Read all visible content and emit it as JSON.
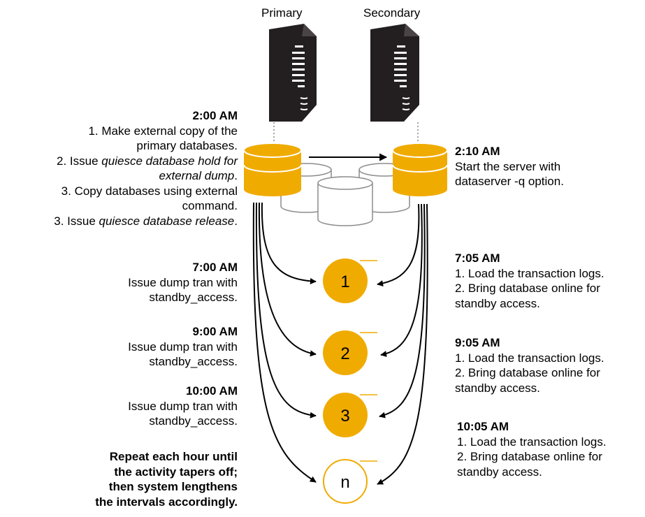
{
  "servers": {
    "primary_label": "Primary",
    "secondary_label": "Secondary"
  },
  "primary_side": {
    "block_200": {
      "time": "2:00 AM",
      "line1": "1. Make external copy of the",
      "line2": "primary databases.",
      "line3_prefix": "2.  Issue ",
      "line3_italic": "quiesce database hold for",
      "line4_italic": "external dump",
      "line4_suffix": ".",
      "line5": "3. Copy databases using external",
      "line6": "command.",
      "line7_prefix": "3. Issue ",
      "line7_italic": "quiesce database release",
      "line7_suffix": "."
    },
    "block_700": {
      "time": "7:00 AM",
      "line1": "Issue dump tran with",
      "line2": "standby_access."
    },
    "block_900": {
      "time": "9:00 AM",
      "line1": "Issue dump tran with",
      "line2": "standby_access."
    },
    "block_1000": {
      "time": "10:00 AM",
      "line1": "Issue dump tran with",
      "line2": "standby_access."
    },
    "repeat": {
      "line1": "Repeat each hour until",
      "line2": "the activity tapers off;",
      "line3": "then system lengthens",
      "line4": "the intervals accordingly."
    }
  },
  "secondary_side": {
    "block_210": {
      "time": "2:10 AM",
      "line1": "Start the server with",
      "line2": "dataserver -q option."
    },
    "block_705": {
      "time": "7:05 AM",
      "line1": "1. Load the transaction logs.",
      "line2": "2. Bring database online for",
      "line3": "standby access."
    },
    "block_905": {
      "time": "9:05 AM",
      "line1": "1. Load the transaction logs.",
      "line2": "2. Bring database online for",
      "line3": "standby access."
    },
    "block_1005": {
      "time": "10:05 AM",
      "line1": "1. Load the transaction logs.",
      "line2": "2. Bring database online for",
      "line3": "standby access."
    }
  },
  "dumps": [
    {
      "label": "1",
      "filled": true
    },
    {
      "label": "2",
      "filled": true
    },
    {
      "label": "3",
      "filled": true
    },
    {
      "label": "n",
      "filled": false
    }
  ],
  "colors": {
    "accent": "#F0AB00",
    "server_body": "#231F20",
    "outline_gray": "#8C8C8C",
    "text": "#000000"
  },
  "icons": [
    "server-icon",
    "database-icon"
  ]
}
